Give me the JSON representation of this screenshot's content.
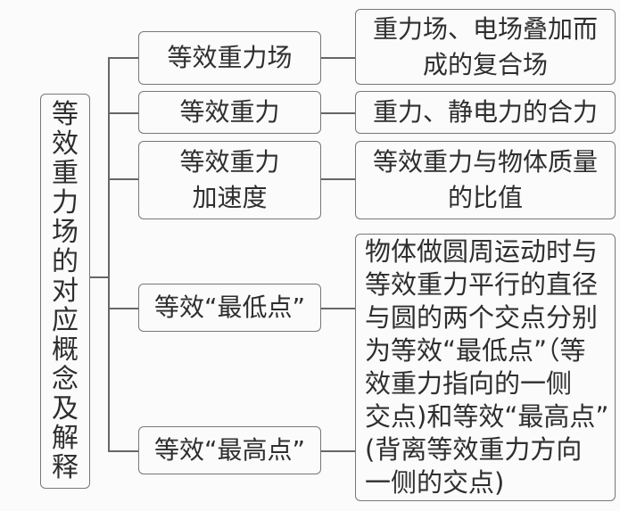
{
  "root": {
    "chars": [
      "等",
      "效",
      "重",
      "力",
      "场",
      "的",
      "对",
      "应",
      "概",
      "念",
      "及",
      "解",
      "释"
    ]
  },
  "items": [
    {
      "concept": [
        "等效重力场"
      ],
      "explanation": [
        "重力场、电场叠加而",
        "成的复合场"
      ]
    },
    {
      "concept": [
        "等效重力"
      ],
      "explanation": [
        "重力、静电力的合力"
      ]
    },
    {
      "concept": [
        "等效重力",
        "加速度"
      ],
      "explanation": [
        "等效重力与物体质量",
        "的比值"
      ]
    },
    {
      "concept": [
        "等效“最低点”"
      ]
    },
    {
      "concept": [
        "等效“最高点”"
      ]
    }
  ],
  "shared_explanation": [
    "物体做圆周运动时与",
    "等效重力平行的直径",
    "与圆的两个交点分别",
    "为等效“最低点”（等",
    "效重力指向的一侧",
    "交点)和等效“最高点”",
    "(背离等效重力方向",
    "一侧的交点)"
  ]
}
